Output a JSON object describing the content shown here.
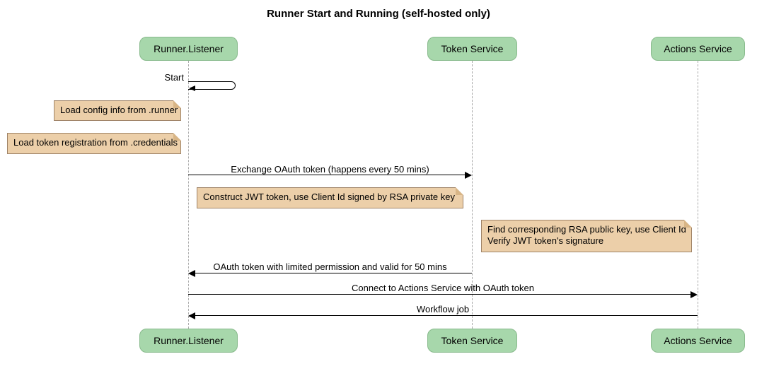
{
  "title": "Runner Start and Running (self-hosted only)",
  "diagram_type_label": "sequence diagram",
  "participants": [
    {
      "name": "Runner.Listener"
    },
    {
      "name": "Token Service"
    },
    {
      "name": "Actions Service"
    }
  ],
  "messages": [
    {
      "label": "Start",
      "from": "Runner.Listener",
      "to": "Runner.Listener",
      "kind": "self"
    },
    {
      "label": "Exchange OAuth token (happens every 50 mins)",
      "from": "Runner.Listener",
      "to": "Token Service",
      "kind": "solid"
    },
    {
      "label": "OAuth token with limited permission and valid for 50 mins",
      "from": "Token Service",
      "to": "Runner.Listener",
      "kind": "solid"
    },
    {
      "label": "Connect to Actions Service with OAuth token",
      "from": "Runner.Listener",
      "to": "Actions Service",
      "kind": "solid"
    },
    {
      "label": "Workflow job",
      "from": "Actions Service",
      "to": "Runner.Listener",
      "kind": "solid"
    }
  ],
  "notes": [
    {
      "text": "Load config info from .runner",
      "anchor": "Runner.Listener"
    },
    {
      "text": "Load token registration from .credentials",
      "anchor": "Runner.Listener"
    },
    {
      "text": "Construct JWT token, use Client Id signed by RSA private key",
      "anchor": "Runner.Listener/Token Service"
    },
    {
      "line1": "Find corresponding RSA public key, use Client Id",
      "line2": "Verify JWT token's signature",
      "anchor": "Actions Service"
    }
  ],
  "colors": {
    "participant_fill": "#a7d7ab",
    "participant_border": "#88ba8c",
    "note_fill": "#eccfa9",
    "note_border": "#9f8367",
    "lifeline": "#aaaaaa",
    "arrow": "#000000",
    "text": "#000000",
    "background": "#ffffff"
  }
}
